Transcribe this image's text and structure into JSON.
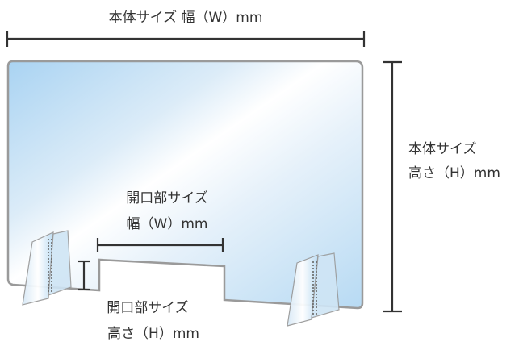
{
  "labels": {
    "body_width": "本体サイズ 幅（W）mm",
    "body_height_line1": "本体サイズ",
    "body_height_line2": "高さ（H）mm",
    "opening_width_line1": "開口部サイズ",
    "opening_width_line2": "幅（W）mm",
    "opening_height_line1": "開口部サイズ",
    "opening_height_line2": "高さ（H）mm"
  },
  "colors": {
    "dimension_line": "#333333",
    "panel_border": "#9a9a9a",
    "panel_glass_light": "#ffffff",
    "panel_glass_blue": "#a9d3f2"
  }
}
